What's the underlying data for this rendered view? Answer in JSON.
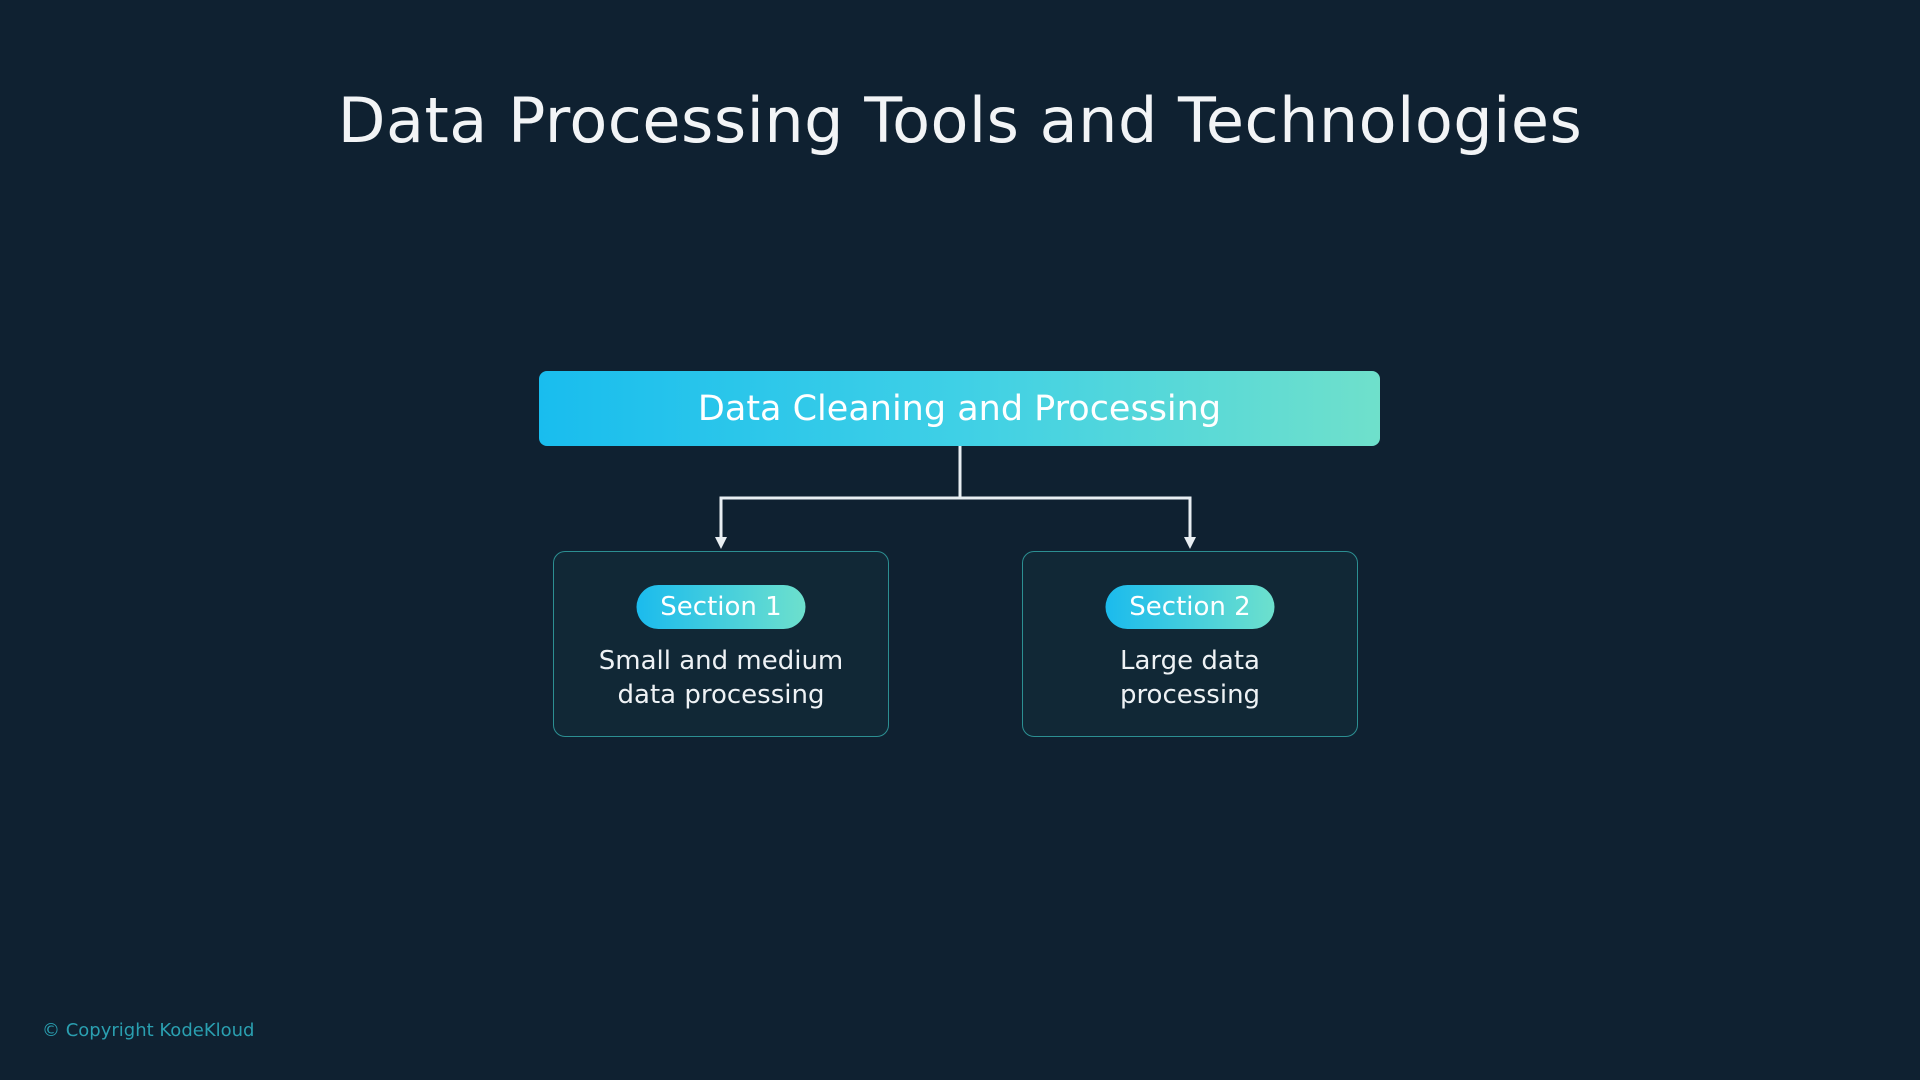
{
  "title": "Data Processing Tools and Technologies",
  "root": {
    "label": "Data Cleaning and Processing"
  },
  "sections": [
    {
      "badge": "Section 1",
      "line1": "Small and medium",
      "line2": "data processing"
    },
    {
      "badge": "Section 2",
      "line1": "Large data",
      "line2": "processing"
    }
  ],
  "footer": {
    "copyright": "© Copyright KodeKloud"
  },
  "colors": {
    "background": "#0f2131",
    "gradient_start": "#19bdee",
    "gradient_end": "#6fe0cb",
    "card_border": "#2c8f92"
  }
}
